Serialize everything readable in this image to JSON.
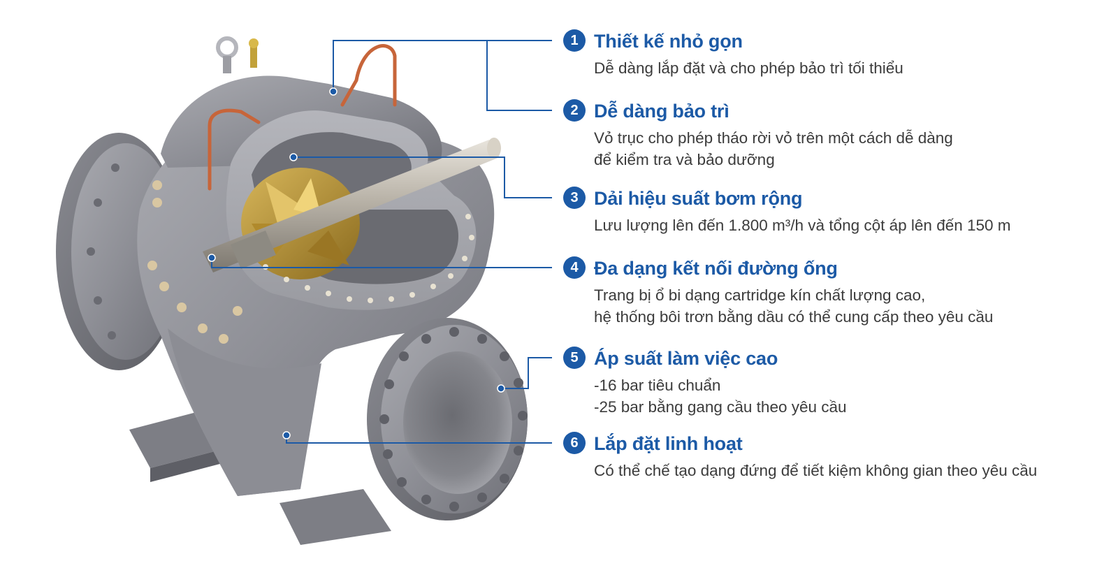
{
  "accent_color": "#1c5aa6",
  "illustration": {
    "name": "split-case-pump-cutaway"
  },
  "features": [
    {
      "number": "1",
      "title": "Thiết kế nhỏ gọn",
      "lines": [
        "Dễ dàng lắp đặt và cho phép bảo trì tối thiểu"
      ]
    },
    {
      "number": "2",
      "title": "Dễ dàng bảo trì",
      "lines": [
        "Vỏ trục cho phép tháo rời vỏ trên một cách dễ dàng",
        "để kiểm tra và bảo dưỡng"
      ]
    },
    {
      "number": "3",
      "title": "Dải hiệu suất bơm rộng",
      "lines": [
        "Lưu lượng lên đến 1.800 m³/h và tổng cột áp lên đến 150 m"
      ]
    },
    {
      "number": "4",
      "title": "Đa dạng kết nối đường ống",
      "lines": [
        "Trang bị ổ bi dạng cartridge kín chất lượng cao,",
        "hệ thống bôi trơn bằng dầu có thể cung cấp theo yêu cầu"
      ]
    },
    {
      "number": "5",
      "title": "Áp suất làm việc cao",
      "lines": [
        "-16 bar tiêu chuẩn",
        "-25 bar bằng gang cầu theo yêu cầu"
      ]
    },
    {
      "number": "6",
      "title": "Lắp đặt linh hoạt",
      "lines": [
        "Có thể chế tạo dạng đứng để tiết kiệm không gian theo yêu cầu"
      ]
    }
  ]
}
